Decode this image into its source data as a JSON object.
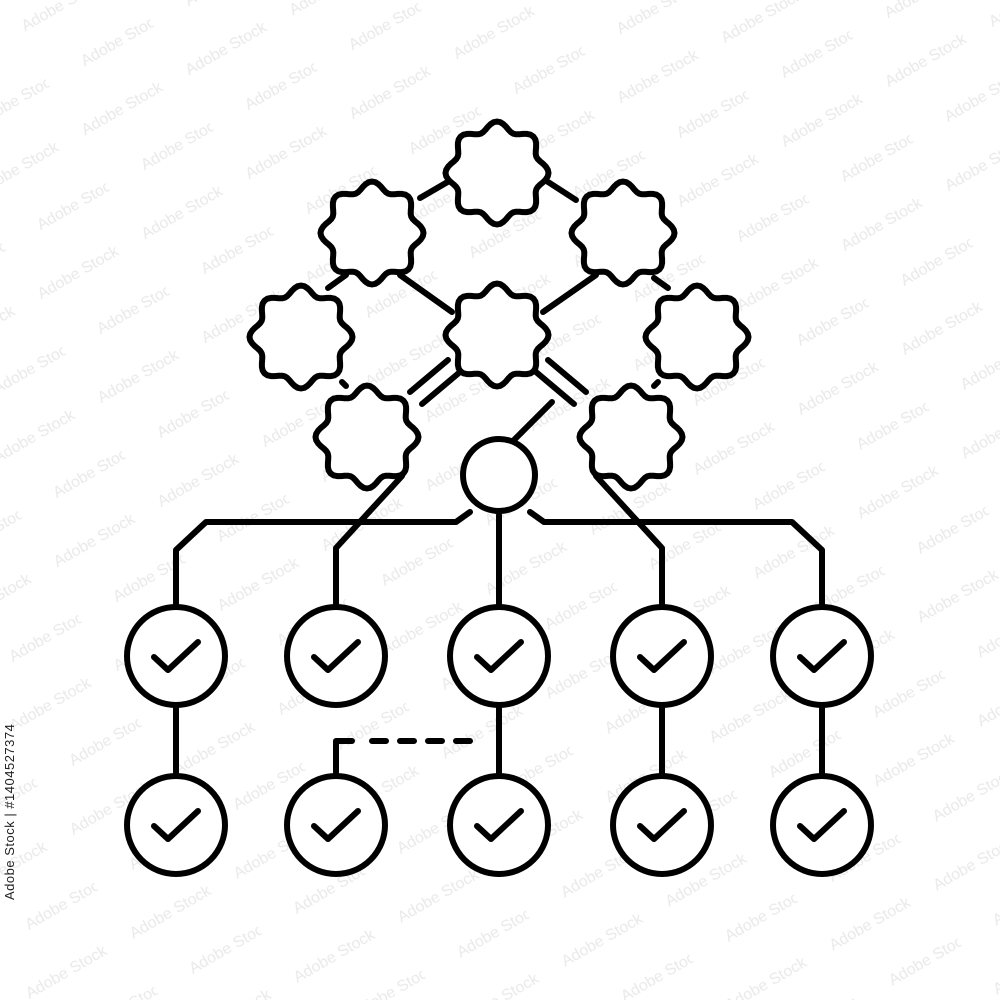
{
  "stock_id": "Adobe Stock | #1404527374",
  "style": {
    "stroke_color": "#000000",
    "background": "#ffffff",
    "watermark_color": "#e6e6e6"
  },
  "icons": {
    "cloud": "cloud-icon",
    "hub": "hub-node-icon",
    "check": "check-circle-icon"
  },
  "cloud_nodes": [
    {
      "name": "cloud-node-top"
    },
    {
      "name": "cloud-node-upper-left"
    },
    {
      "name": "cloud-node-upper-right"
    },
    {
      "name": "cloud-node-center"
    },
    {
      "name": "cloud-node-mid-left"
    },
    {
      "name": "cloud-node-mid-right"
    },
    {
      "name": "cloud-node-lower-left"
    },
    {
      "name": "cloud-node-lower-right"
    }
  ],
  "task_columns": 5,
  "task_rows": 2,
  "dashed_link": "dashed-link"
}
